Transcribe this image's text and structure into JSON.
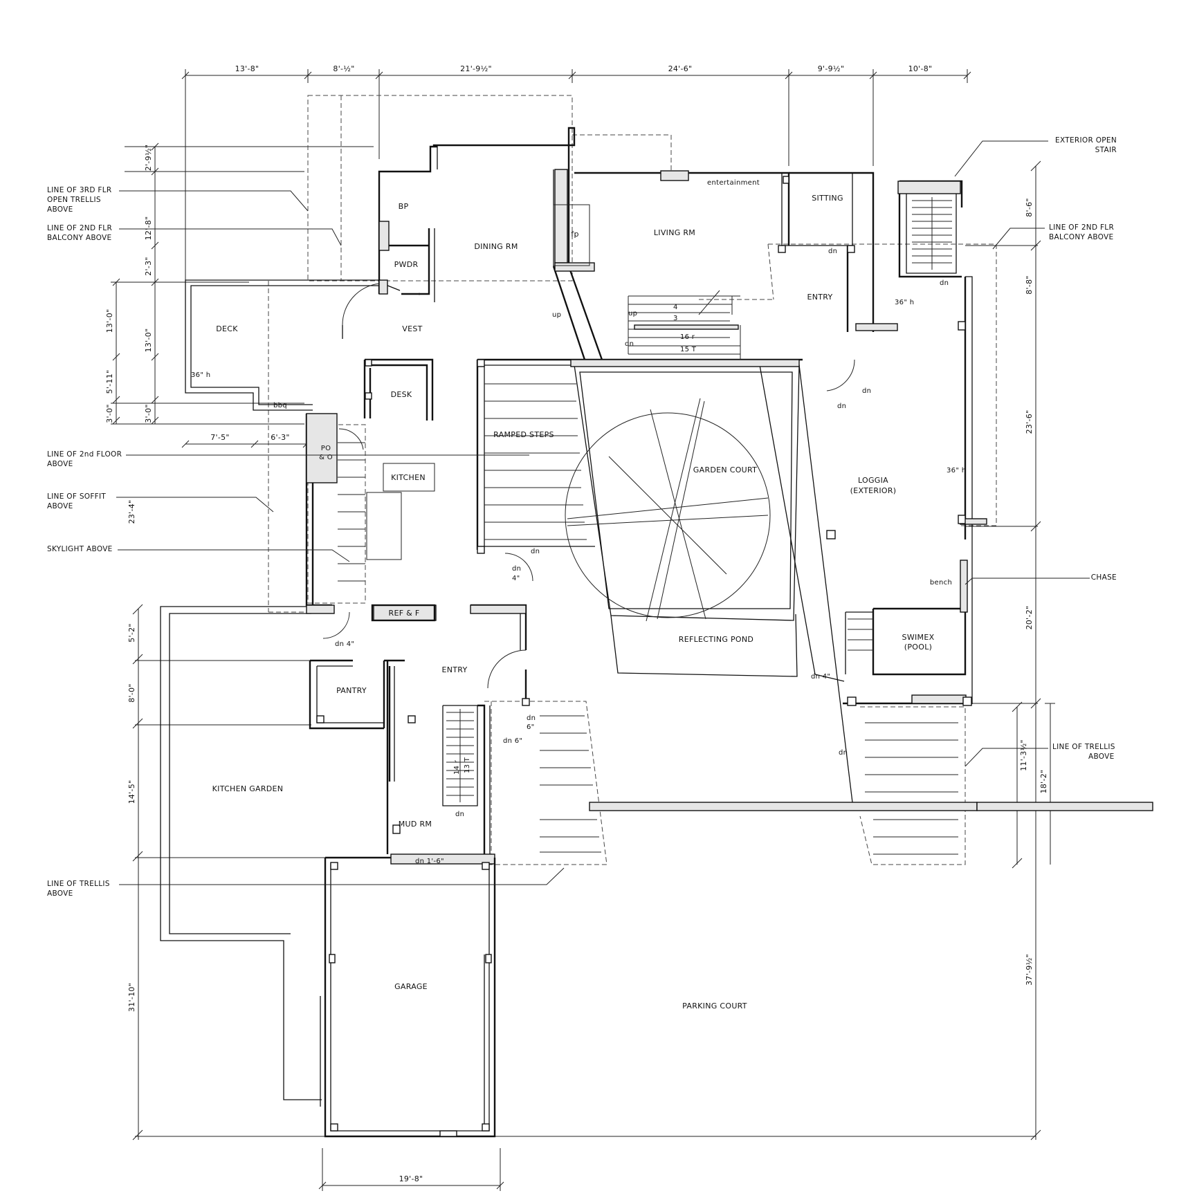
{
  "rooms": {
    "bp": "BP",
    "pwdr": "PWDR",
    "dining": "DINING RM",
    "living": "LIVING RM",
    "sitting": "SITTING",
    "entertainment": "entertainment",
    "fp": "fp",
    "entry_upper": "ENTRY",
    "deck": "DECK",
    "vest": "VEST",
    "desk": "DESK",
    "bbq": "bbq",
    "po": "PO",
    "po2": "& O",
    "kitchen": "KITCHEN",
    "ramped_steps": "RAMPED STEPS",
    "garden_court": "GARDEN COURT",
    "loggia": "LOGGIA",
    "loggia2": "(EXTERIOR)",
    "reflecting_pond": "REFLECTING POND",
    "swimex": "SWIMEX",
    "swimex2": "(POOL)",
    "bench": "bench",
    "ref": "REF & F",
    "entry_lower": "ENTRY",
    "pantry": "PANTRY",
    "kitchen_garden": "KITCHEN GARDEN",
    "mud_rm": "MUD RM",
    "garage": "GARAGE",
    "parking_court": "PARKING COURT"
  },
  "small_labels": {
    "h36_deck": "36\" h",
    "h36_entry": "36\" h",
    "h36_loggia": "36\" h",
    "up1": "up",
    "up2": "up",
    "dn_stair": "dn",
    "dn_sitting": "dn",
    "dn_stair_tower": "dn",
    "dn_entry_a": "dn",
    "dn_entry_b": "dn",
    "dn_ramp": "dn",
    "dn4_a": "dn",
    "dn4_a2": "4\"",
    "dn4_pantry": "dn 4\"",
    "dn6_a": "dn",
    "dn6_a2": "6\"",
    "dn6_b": "dn 6\"",
    "dn4_pond": "dn 4\"",
    "dn_trellis": "dn",
    "dn_mud": "dn",
    "dn1_6": "dn 1'-6\"",
    "r4": "4",
    "r3": "3",
    "r16": "16 r",
    "r15": "15 T",
    "r14": "14 r",
    "r13": "13 T"
  },
  "notes": {
    "exterior_stair_1": "EXTERIOR OPEN",
    "exterior_stair_2": "STAIR",
    "balcony_r_1": "LINE OF 2ND FLR",
    "balcony_r_2": "BALCONY ABOVE",
    "chase": "CHASE",
    "trellis_r_1": "LINE OF TRELLIS",
    "trellis_r_2": "ABOVE",
    "trellis3_1": "LINE OF 3RD FLR",
    "trellis3_2": "OPEN TRELLIS",
    "trellis3_3": "ABOVE",
    "balcony_l_1": "LINE OF 2ND FLR",
    "balcony_l_2": "BALCONY ABOVE",
    "floor2_1": "LINE OF 2nd FLOOR",
    "floor2_2": "ABOVE",
    "soffit_1": "LINE OF SOFFIT",
    "soffit_2": "ABOVE",
    "skylight": "SKYLIGHT ABOVE",
    "trellis_l_1": "LINE OF TRELLIS",
    "trellis_l_2": "ABOVE"
  },
  "dimensions": {
    "top": [
      "13'-8\"",
      "8'-½\"",
      "21'-9½\"",
      "24'-6\"",
      "9'-9½\"",
      "10'-8\""
    ],
    "bottom": "19'-8\"",
    "deck_w1": "7'-5\"",
    "deck_w2": "6'-3\"",
    "left_outer": [
      "13'-0\"",
      "5'-11\"",
      "3'-0\"",
      "23'-4\"",
      "5'-2\"",
      "8'-0\"",
      "14'-5\"",
      "31'-10\""
    ],
    "left_inner": [
      "2'-9½\"",
      "12'-8\"",
      "2'-3\"",
      "13'-0\"",
      "3'-0\""
    ],
    "right": [
      "8'-6\"",
      "8'-8\"",
      "23'-6\"",
      "20'-2\"",
      "18'-2\"",
      "37'-9½\""
    ],
    "right_trellis": "11'-3½\""
  }
}
